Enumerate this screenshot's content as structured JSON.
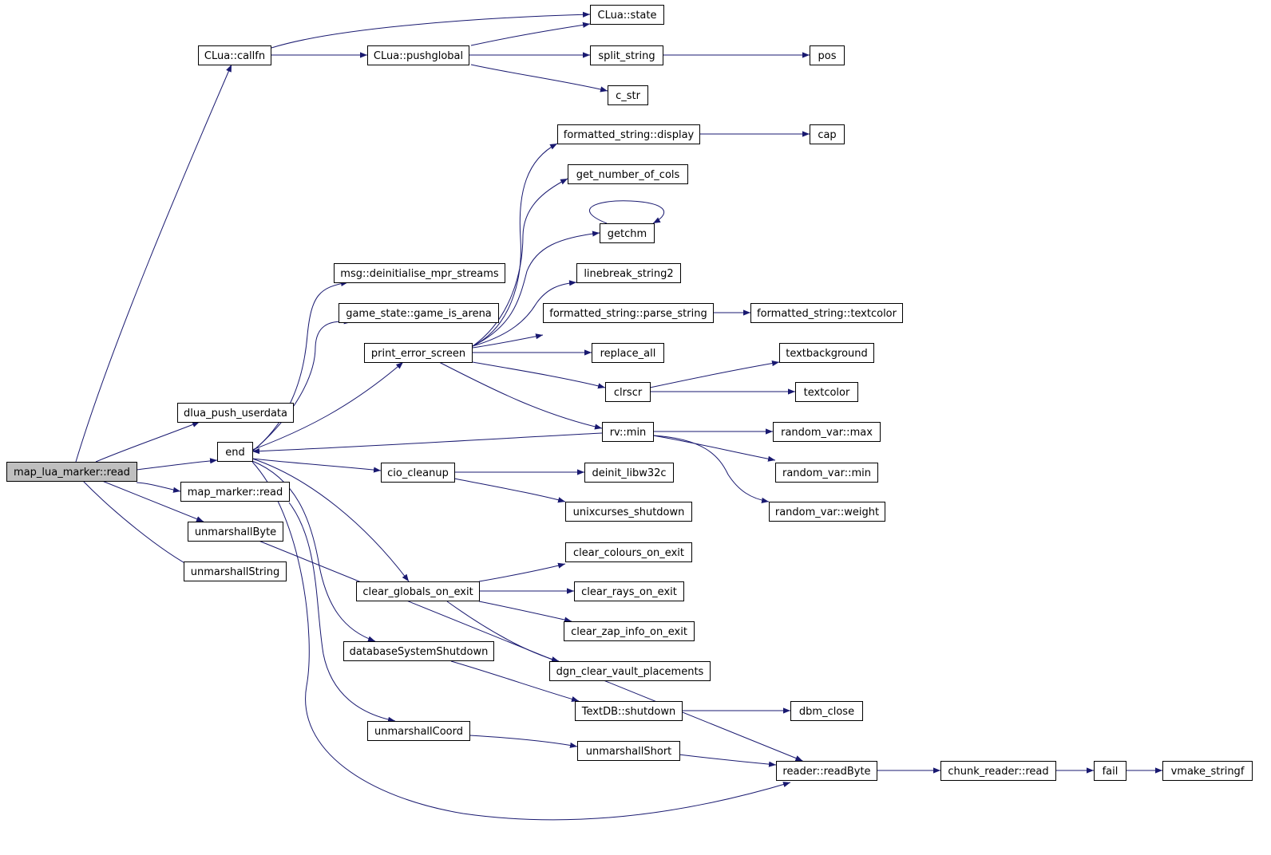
{
  "colors": {
    "edge": "#191970",
    "root_fill": "#bfbfbf",
    "node_fill": "#ffffff",
    "border": "#000000"
  },
  "nodes": [
    {
      "id": "map_lua_marker_read",
      "label": "map_lua_marker::read",
      "root": true
    },
    {
      "id": "clua_callfn",
      "label": "CLua::callfn"
    },
    {
      "id": "dlua_push_userdata",
      "label": "dlua_push_userdata"
    },
    {
      "id": "end",
      "label": "end"
    },
    {
      "id": "map_marker_read",
      "label": "map_marker::read"
    },
    {
      "id": "unmarshallbyte",
      "label": "unmarshallByte"
    },
    {
      "id": "unmarshallstring",
      "label": "unmarshallString"
    },
    {
      "id": "clua_pushglobal",
      "label": "CLua::pushglobal"
    },
    {
      "id": "msg_deinit",
      "label": "msg::deinitialise_mpr_streams"
    },
    {
      "id": "game_is_arena",
      "label": "game_state::game_is_arena"
    },
    {
      "id": "print_error_screen",
      "label": "print_error_screen"
    },
    {
      "id": "cio_cleanup",
      "label": "cio_cleanup"
    },
    {
      "id": "clear_globals_on_exit",
      "label": "clear_globals_on_exit"
    },
    {
      "id": "database_shutdown",
      "label": "databaseSystemShutdown"
    },
    {
      "id": "unmarshallcoord",
      "label": "unmarshallCoord"
    },
    {
      "id": "clua_state",
      "label": "CLua::state"
    },
    {
      "id": "split_string",
      "label": "split_string"
    },
    {
      "id": "c_str",
      "label": "c_str"
    },
    {
      "id": "fs_display",
      "label": "formatted_string::display"
    },
    {
      "id": "get_number_of_cols",
      "label": "get_number_of_cols"
    },
    {
      "id": "getchm",
      "label": "getchm"
    },
    {
      "id": "linebreak_string2",
      "label": "linebreak_string2"
    },
    {
      "id": "fs_parse_string",
      "label": "formatted_string::parse_string"
    },
    {
      "id": "replace_all",
      "label": "replace_all"
    },
    {
      "id": "clrscr",
      "label": "clrscr"
    },
    {
      "id": "rv_min",
      "label": "rv::min"
    },
    {
      "id": "deinit_libw32c",
      "label": "deinit_libw32c"
    },
    {
      "id": "unixcurses_shutdown",
      "label": "unixcurses_shutdown"
    },
    {
      "id": "clear_colours_on_exit",
      "label": "clear_colours_on_exit"
    },
    {
      "id": "clear_rays_on_exit",
      "label": "clear_rays_on_exit"
    },
    {
      "id": "clear_zap_info_on_exit",
      "label": "clear_zap_info_on_exit"
    },
    {
      "id": "dgn_clear_vault_placements",
      "label": "dgn_clear_vault_placements"
    },
    {
      "id": "textdb_shutdown",
      "label": "TextDB::shutdown"
    },
    {
      "id": "unmarshallshort",
      "label": "unmarshallShort"
    },
    {
      "id": "pos",
      "label": "pos"
    },
    {
      "id": "cap",
      "label": "cap"
    },
    {
      "id": "fs_textcolor",
      "label": "formatted_string::textcolor"
    },
    {
      "id": "textbackground",
      "label": "textbackground"
    },
    {
      "id": "textcolor",
      "label": "textcolor"
    },
    {
      "id": "random_var_max",
      "label": "random_var::max"
    },
    {
      "id": "random_var_min",
      "label": "random_var::min"
    },
    {
      "id": "random_var_weight",
      "label": "random_var::weight"
    },
    {
      "id": "dbm_close",
      "label": "dbm_close"
    },
    {
      "id": "reader_readbyte",
      "label": "reader::readByte"
    },
    {
      "id": "chunk_reader_read",
      "label": "chunk_reader::read"
    },
    {
      "id": "fail",
      "label": "fail"
    },
    {
      "id": "vmake_stringf",
      "label": "vmake_stringf"
    }
  ],
  "edges": [
    [
      "map_lua_marker_read",
      "clua_callfn"
    ],
    [
      "map_lua_marker_read",
      "dlua_push_userdata"
    ],
    [
      "map_lua_marker_read",
      "end"
    ],
    [
      "map_lua_marker_read",
      "map_marker_read"
    ],
    [
      "map_lua_marker_read",
      "unmarshallbyte"
    ],
    [
      "map_lua_marker_read",
      "unmarshallstring"
    ],
    [
      "clua_callfn",
      "clua_state"
    ],
    [
      "clua_callfn",
      "clua_pushglobal"
    ],
    [
      "clua_pushglobal",
      "clua_state"
    ],
    [
      "clua_pushglobal",
      "split_string"
    ],
    [
      "clua_pushglobal",
      "c_str"
    ],
    [
      "split_string",
      "pos"
    ],
    [
      "end",
      "msg_deinit"
    ],
    [
      "end",
      "game_is_arena"
    ],
    [
      "end",
      "print_error_screen"
    ],
    [
      "end",
      "cio_cleanup"
    ],
    [
      "end",
      "clear_globals_on_exit"
    ],
    [
      "end",
      "database_shutdown"
    ],
    [
      "end",
      "reader_readbyte"
    ],
    [
      "print_error_screen",
      "fs_display"
    ],
    [
      "print_error_screen",
      "get_number_of_cols"
    ],
    [
      "print_error_screen",
      "getchm"
    ],
    [
      "print_error_screen",
      "linebreak_string2"
    ],
    [
      "print_error_screen",
      "fs_parse_string"
    ],
    [
      "print_error_screen",
      "replace_all"
    ],
    [
      "print_error_screen",
      "clrscr"
    ],
    [
      "print_error_screen",
      "rv_min"
    ],
    [
      "fs_display",
      "cap"
    ],
    [
      "getchm",
      "getchm"
    ],
    [
      "fs_parse_string",
      "fs_textcolor"
    ],
    [
      "clrscr",
      "textbackground"
    ],
    [
      "clrscr",
      "textcolor"
    ],
    [
      "rv_min",
      "end"
    ],
    [
      "rv_min",
      "random_var_max"
    ],
    [
      "rv_min",
      "random_var_min"
    ],
    [
      "rv_min",
      "random_var_weight"
    ],
    [
      "cio_cleanup",
      "deinit_libw32c"
    ],
    [
      "cio_cleanup",
      "unixcurses_shutdown"
    ],
    [
      "clear_globals_on_exit",
      "clear_colours_on_exit"
    ],
    [
      "clear_globals_on_exit",
      "clear_rays_on_exit"
    ],
    [
      "clear_globals_on_exit",
      "clear_zap_info_on_exit"
    ],
    [
      "clear_globals_on_exit",
      "dgn_clear_vault_placements"
    ],
    [
      "database_shutdown",
      "textdb_shutdown"
    ],
    [
      "textdb_shutdown",
      "dbm_close"
    ],
    [
      "map_marker_read",
      "unmarshallcoord"
    ],
    [
      "unmarshallcoord",
      "unmarshallshort"
    ],
    [
      "unmarshallshort",
      "reader_readbyte"
    ],
    [
      "unmarshallbyte",
      "reader_readbyte"
    ],
    [
      "reader_readbyte",
      "chunk_reader_read"
    ],
    [
      "chunk_reader_read",
      "fail"
    ],
    [
      "fail",
      "vmake_stringf"
    ]
  ]
}
